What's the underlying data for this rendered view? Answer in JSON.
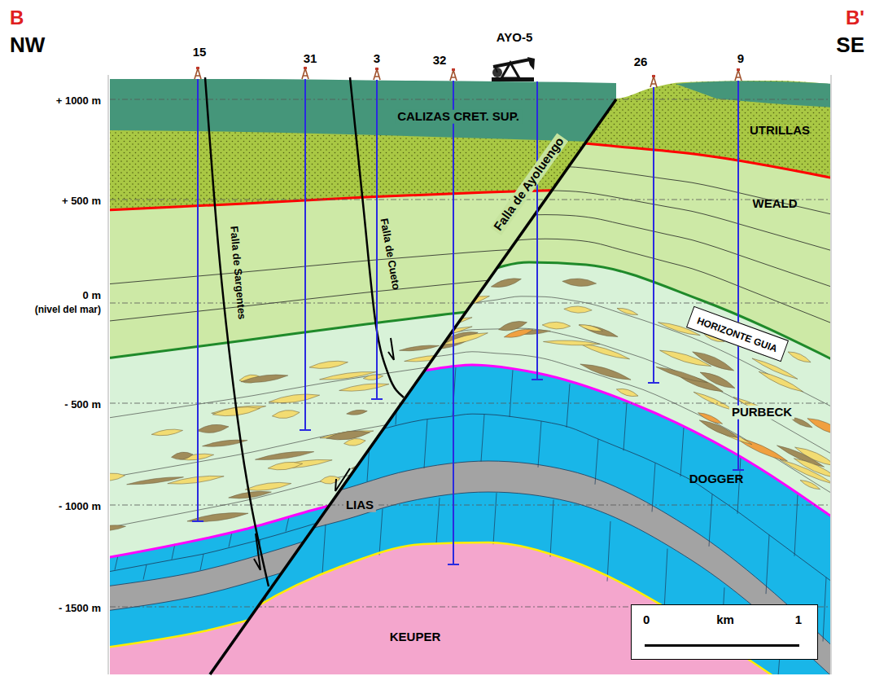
{
  "diagram": {
    "nodes": [
      {
        "text": [
          "HORIZONTE GUIA"
        ]
      },
      {
        "text": [
          "0",
          "km",
          "1"
        ]
      }
    ],
    "labels": [
      "B",
      "NW",
      "B'",
      "SE",
      "15",
      "31",
      "3",
      "32",
      "AYO-5",
      "26",
      "9",
      "+ 1000 m",
      "+ 500 m",
      "0 m",
      "(nivel del mar)",
      "- 500 m",
      "- 1000 m",
      "- 1500 m",
      "CALIZAS CRET. SUP.",
      "UTRILLAS",
      "WEALD",
      "Falla de Sargentes",
      "Falla de Cueto",
      "Falla de Ayoluengo",
      "PURBECK",
      "DOGGER",
      "LIAS",
      "KEUPER"
    ]
  }
}
